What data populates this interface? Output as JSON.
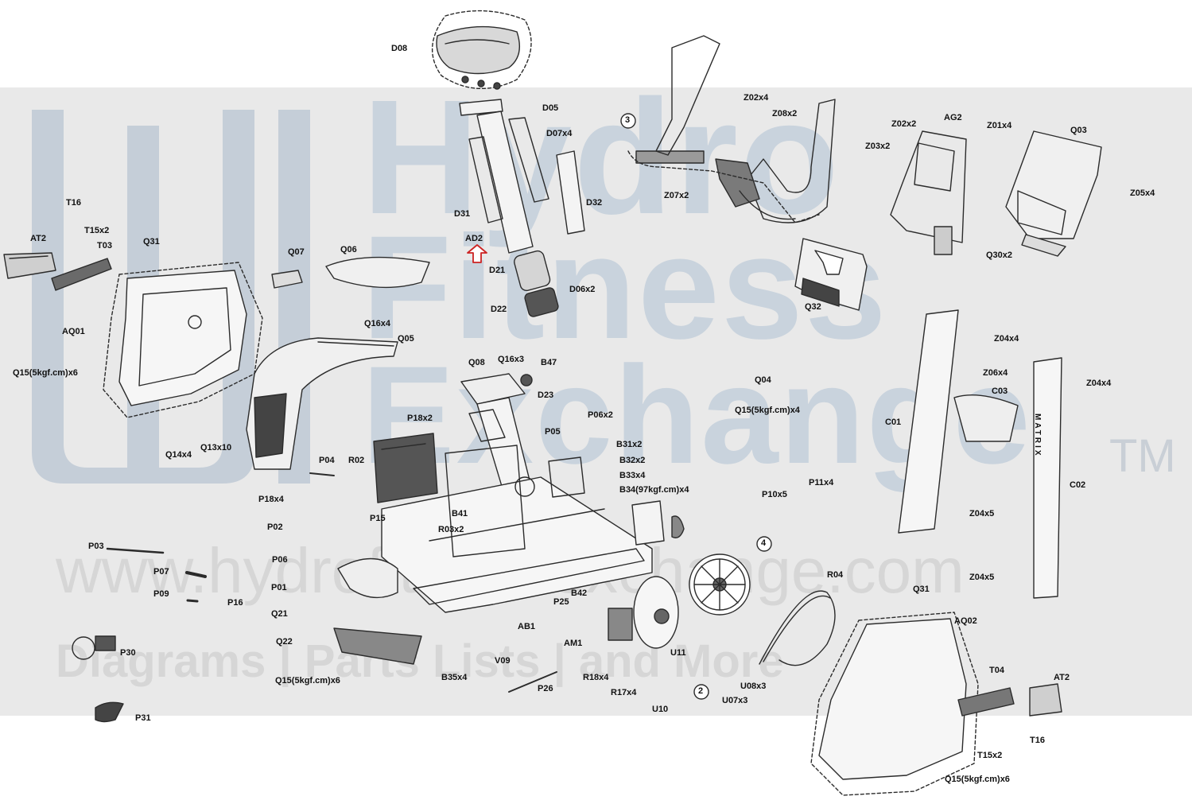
{
  "watermark": {
    "line1": "Hydro",
    "line2": "Fitness",
    "line3": "Exchange",
    "tm": "TM",
    "url": "www.hydrofitnessexchange.com",
    "tagline": "Diagrams | Parts Lists | and More"
  },
  "frame_text": "MATRIX",
  "callouts": [
    "3",
    "4",
    "2"
  ],
  "labels": {
    "D08": "D08",
    "D05": "D05",
    "D07x4": "D07x4",
    "D31": "D31",
    "D32": "D32",
    "AD2": "AD2",
    "D21": "D21",
    "D06x2": "D06x2",
    "D22": "D22",
    "Z02x4": "Z02x4",
    "Z08x2": "Z08x2",
    "Z02x2": "Z02x2",
    "AG2": "AG2",
    "Z01x4": "Z01x4",
    "Q03": "Q03",
    "Z03x2": "Z03x2",
    "Z07x2": "Z07x2",
    "Z05x4": "Z05x4",
    "Q30x2": "Q30x2",
    "Q32": "Q32",
    "T16a": "T16",
    "AT2a": "AT2",
    "T15x2a": "T15x2",
    "T03": "T03",
    "Q31a": "Q31",
    "Q07": "Q07",
    "Q06": "Q06",
    "AQ01": "AQ01",
    "Q16x4": "Q16x4",
    "Q05": "Q05",
    "Q15a": "Q15(5kgf.cm)x6",
    "Q14x4": "Q14x4",
    "Q13x10": "Q13x10",
    "Q08": "Q08",
    "Q16x3": "Q16x3",
    "B47": "B47",
    "D23": "D23",
    "P18x2": "P18x2",
    "P06x2": "P06x2",
    "P05": "P05",
    "Q04": "Q04",
    "Q15b": "Q15(5kgf.cm)x4",
    "Z04x4a": "Z04x4",
    "Z06x4": "Z06x4",
    "C03": "C03",
    "Z04x4b": "Z04x4",
    "C01": "C01",
    "C02": "C02",
    "Z04x5a": "Z04x5",
    "Z04x5b": "Z04x5",
    "B31x2": "B31x2",
    "B32x2": "B32x2",
    "B33x4": "B33x4",
    "B34": "B34(97kgf.cm)x4",
    "P10x5": "P10x5",
    "P11x4": "P11x4",
    "P04": "P04",
    "R02": "R02",
    "P18x4": "P18x4",
    "B41": "B41",
    "P15": "P15",
    "R03x2": "R03x2",
    "P02": "P02",
    "P06": "P06",
    "P03": "P03",
    "P01": "P01",
    "P07": "P07",
    "P16": "P16",
    "P09": "P09",
    "Q21": "Q21",
    "Q22": "Q22",
    "Q15c": "Q15(5kgf.cm)x6",
    "B35x4": "B35x4",
    "V09": "V09",
    "AB1": "AB1",
    "P25": "P25",
    "B42": "B42",
    "P26": "P26",
    "P30": "P30",
    "P31": "P31",
    "AM1": "AM1",
    "U11": "U11",
    "R18x4": "R18x4",
    "R17x4": "R17x4",
    "U10": "U10",
    "U08x3": "U08x3",
    "U07x3": "U07x3",
    "R04": "R04",
    "Q31b": "Q31",
    "AQ02": "AQ02",
    "T04": "T04",
    "AT2b": "AT2",
    "T16b": "T16",
    "T15x2b": "T15x2",
    "Q15d": "Q15(5kgf.cm)x6"
  },
  "colors": {
    "band": "#e9e9e9",
    "watermark": "#c9d3dd",
    "line": "#2b2b2b",
    "arrow": "#cc2222"
  }
}
